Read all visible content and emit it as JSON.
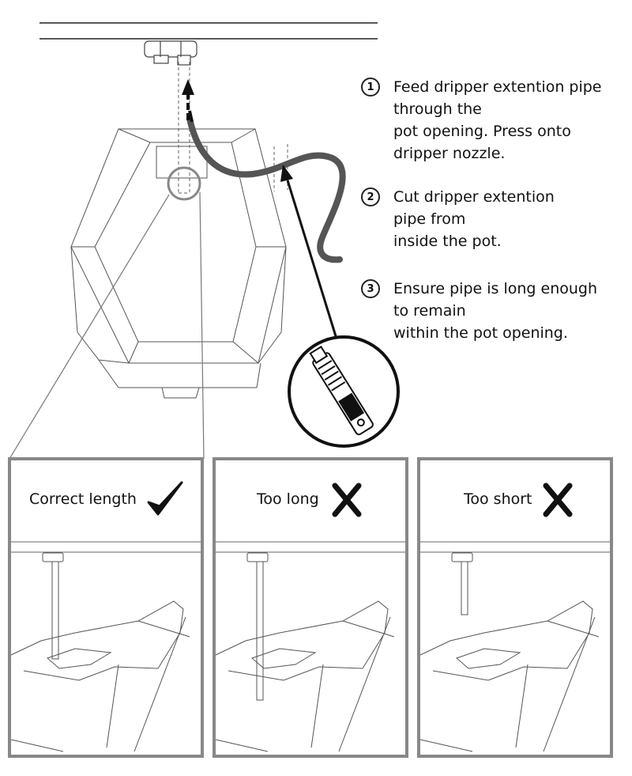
{
  "steps": [
    {
      "number": "1",
      "lines": [
        "Feed dripper extention pipe",
        "through the",
        "pot opening. Press onto",
        "dripper nozzle."
      ]
    },
    {
      "number": "2",
      "lines": [
        "Cut dripper extention",
        "pipe from",
        "inside the pot."
      ]
    },
    {
      "number": "3",
      "lines": [
        "Ensure pipe is long enough",
        "to remain",
        "within the pot opening."
      ]
    }
  ],
  "panels": [
    {
      "label": "Correct length",
      "mark": "check-icon"
    },
    {
      "label": "Too long",
      "mark": "cross-icon"
    },
    {
      "label": "Too short",
      "mark": "cross-icon"
    }
  ],
  "colors": {
    "panel_border": "#888888",
    "pipe": "#555555",
    "line": "#333333",
    "arrow": "#111111"
  }
}
